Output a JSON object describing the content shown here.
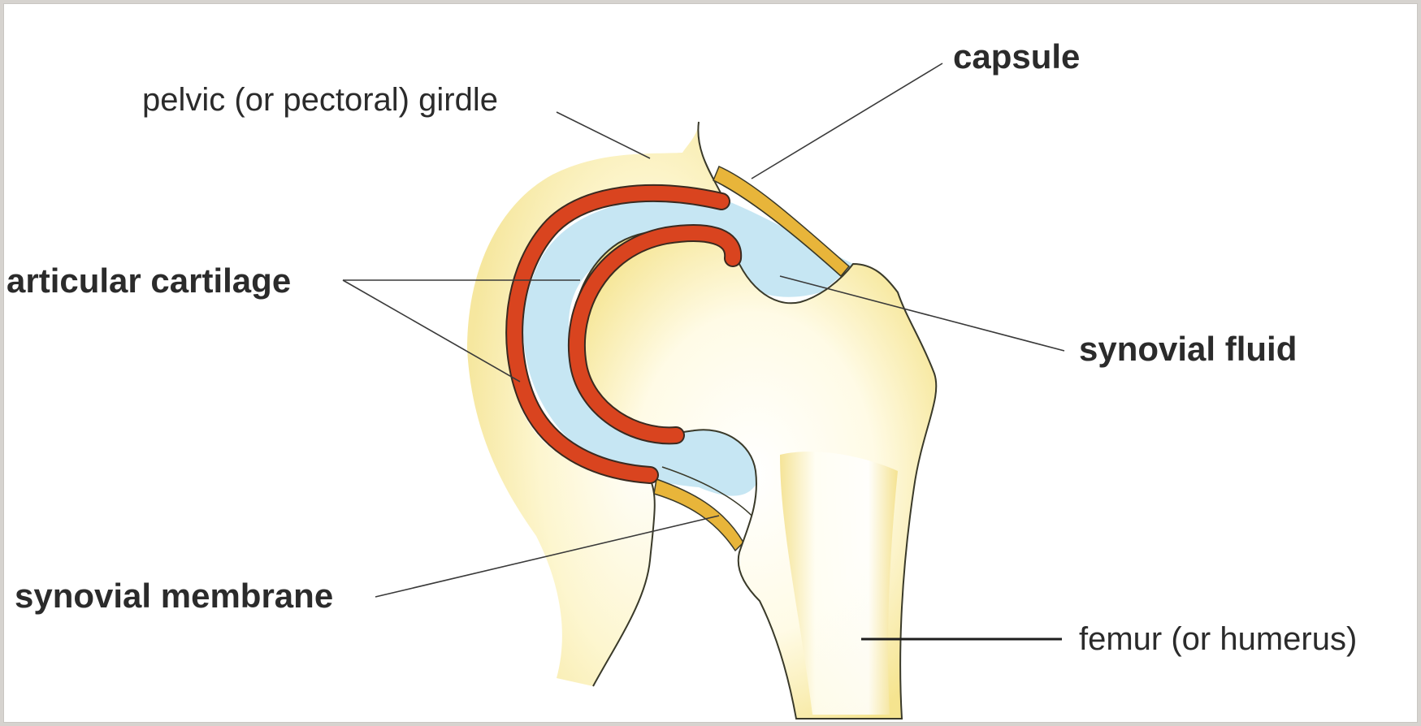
{
  "diagram": {
    "labels": {
      "capsule": "capsule",
      "girdle": "pelvic (or pectoral) girdle",
      "cartilage": "articular cartilage",
      "fluid": "synovial fluid",
      "membrane": "synovial membrane",
      "femur": "femur (or humerus)"
    },
    "colors": {
      "bone": "#f7eaa0",
      "bone_light": "#fffbe3",
      "cartilage": "#d9441f",
      "fluid": "#c6e6f3",
      "capsule_band": "#e8b53a",
      "outline": "#3a3a2a"
    }
  }
}
